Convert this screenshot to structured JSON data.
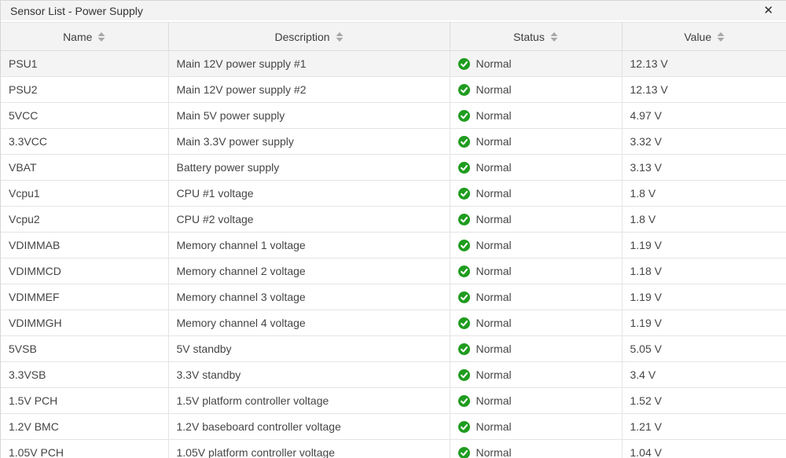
{
  "window": {
    "title": "Sensor List - Power Supply",
    "close_icon": "✕"
  },
  "colors": {
    "status_ok_green": "#1f9c1f",
    "header_bg": "#f3f3f3",
    "first_row_bg": "#f4f4f4",
    "border": "#e4e4e4"
  },
  "icons": {
    "close": "x-close-icon",
    "sort": "sort-updown-icon",
    "status_ok": "check-circle-icon"
  },
  "table": {
    "columns": [
      {
        "label": "Name"
      },
      {
        "label": "Description"
      },
      {
        "label": "Status"
      },
      {
        "label": "Value"
      }
    ],
    "rows": [
      {
        "name": "PSU1",
        "description": "Main 12V power supply #1",
        "status": "Normal",
        "value": "12.13 V"
      },
      {
        "name": "PSU2",
        "description": "Main 12V power supply #2",
        "status": "Normal",
        "value": "12.13 V"
      },
      {
        "name": "5VCC",
        "description": "Main 5V power supply",
        "status": "Normal",
        "value": "4.97 V"
      },
      {
        "name": "3.3VCC",
        "description": "Main 3.3V power supply",
        "status": "Normal",
        "value": "3.32 V"
      },
      {
        "name": "VBAT",
        "description": "Battery power supply",
        "status": "Normal",
        "value": "3.13 V"
      },
      {
        "name": "Vcpu1",
        "description": "CPU #1 voltage",
        "status": "Normal",
        "value": "1.8 V"
      },
      {
        "name": "Vcpu2",
        "description": "CPU #2 voltage",
        "status": "Normal",
        "value": "1.8 V"
      },
      {
        "name": "VDIMMAB",
        "description": "Memory channel 1 voltage",
        "status": "Normal",
        "value": "1.19 V"
      },
      {
        "name": "VDIMMCD",
        "description": "Memory channel 2 voltage",
        "status": "Normal",
        "value": "1.18 V"
      },
      {
        "name": "VDIMMEF",
        "description": "Memory channel 3 voltage",
        "status": "Normal",
        "value": "1.19 V"
      },
      {
        "name": "VDIMMGH",
        "description": "Memory channel 4 voltage",
        "status": "Normal",
        "value": "1.19 V"
      },
      {
        "name": "5VSB",
        "description": "5V standby",
        "status": "Normal",
        "value": "5.05 V"
      },
      {
        "name": "3.3VSB",
        "description": "3.3V standby",
        "status": "Normal",
        "value": "3.4 V"
      },
      {
        "name": "1.5V PCH",
        "description": "1.5V platform controller voltage",
        "status": "Normal",
        "value": "1.52 V"
      },
      {
        "name": "1.2V BMC",
        "description": "1.2V baseboard controller voltage",
        "status": "Normal",
        "value": "1.21 V"
      },
      {
        "name": "1.05V PCH",
        "description": "1.05V platform controller voltage",
        "status": "Normal",
        "value": "1.04 V"
      }
    ]
  }
}
